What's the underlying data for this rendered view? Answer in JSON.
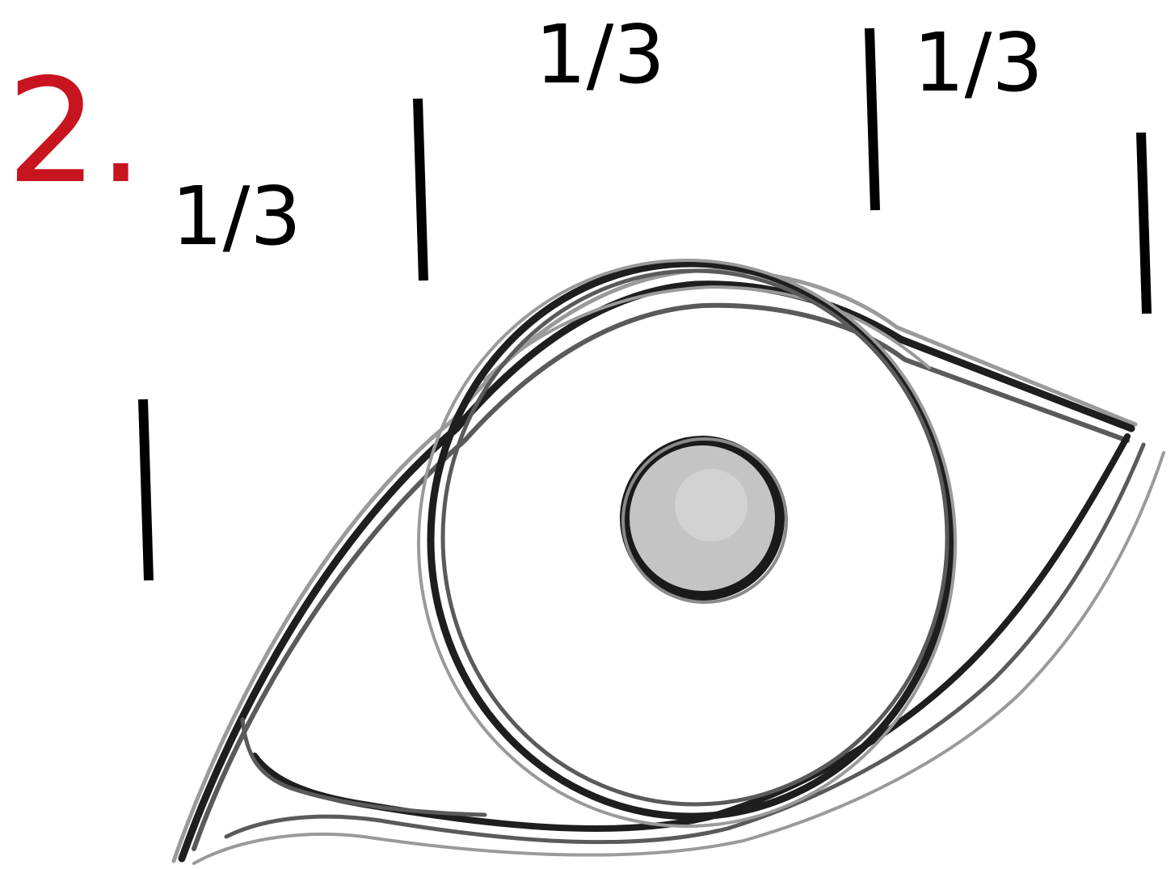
{
  "step": {
    "number": "2.",
    "color": "#c8141e"
  },
  "segments": [
    {
      "label": "1/3"
    },
    {
      "label": "1/3"
    },
    {
      "label": "1/3"
    }
  ],
  "colors": {
    "ink": "#000000",
    "sketch": "#1e1e1e"
  }
}
